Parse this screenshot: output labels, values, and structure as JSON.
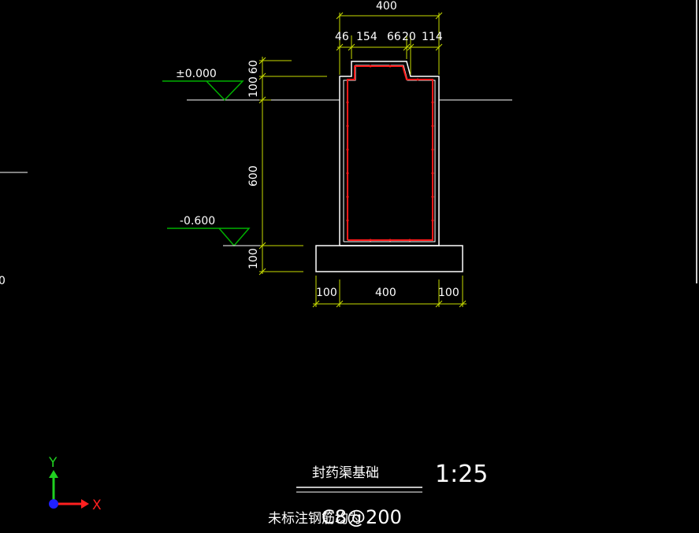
{
  "drawing": {
    "dims_top": {
      "overall": "400",
      "segments": [
        "46",
        "154",
        "66",
        "20",
        "114"
      ]
    },
    "dims_left": {
      "top": "60",
      "upper": "100",
      "middle": "600",
      "bottom": "100"
    },
    "dims_bottom": [
      "100",
      "400",
      "100"
    ],
    "levels": {
      "top": "±0.000",
      "bottom": "-0.600"
    },
    "left_edge_text": "0"
  },
  "title_block": {
    "title": "封药渠基础",
    "scale": "1:25",
    "note_prefix": "未标注钢筋均为",
    "note_spec": "C8@200"
  },
  "ucs": {
    "x_label": "X",
    "y_label": "Y"
  },
  "colors": {
    "background": "#000000",
    "line": "#ffffff",
    "dimension": "#c8dc00",
    "level": "#00b000",
    "rebar": "#ff1a1a",
    "axis_x": "#ff2020",
    "axis_y": "#20d020",
    "origin": "#2020ff"
  }
}
